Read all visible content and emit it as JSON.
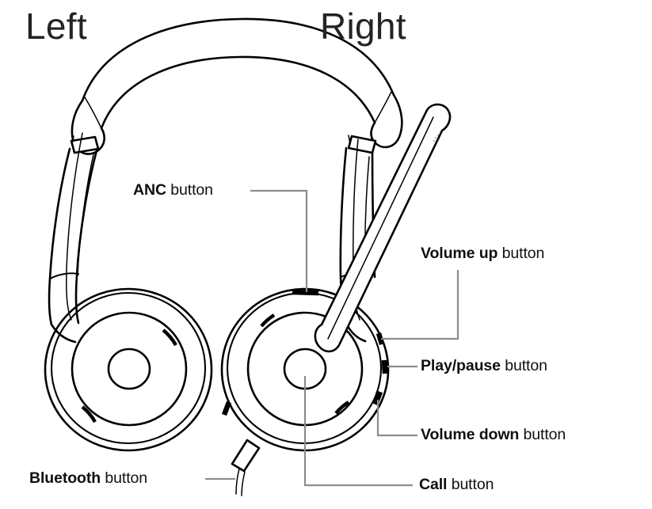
{
  "diagram": {
    "title": "Headset controls callout diagram",
    "side_labels": [
      {
        "name": "left",
        "text": "Left"
      },
      {
        "name": "right",
        "text": "Right"
      }
    ],
    "callouts": [
      {
        "id": "anc",
        "emphasis": "ANC",
        "suffix": " button",
        "full": "ANC button"
      },
      {
        "id": "volume-up",
        "emphasis": "Volume up",
        "suffix": " button",
        "full": "Volume up button"
      },
      {
        "id": "play-pause",
        "emphasis": "Play/pause",
        "suffix": " button",
        "full": "Play/pause button"
      },
      {
        "id": "volume-down",
        "emphasis": "Volume down",
        "suffix": " button",
        "full": "Volume down button"
      },
      {
        "id": "bluetooth",
        "emphasis": "Bluetooth",
        "suffix": " button",
        "full": "Bluetooth button"
      },
      {
        "id": "call",
        "emphasis": "Call",
        "suffix": " button",
        "full": "Call button"
      }
    ],
    "colors": {
      "background": "#ffffff",
      "line": "#000000",
      "leader": "#8c8c8c",
      "text": "#101010"
    }
  }
}
